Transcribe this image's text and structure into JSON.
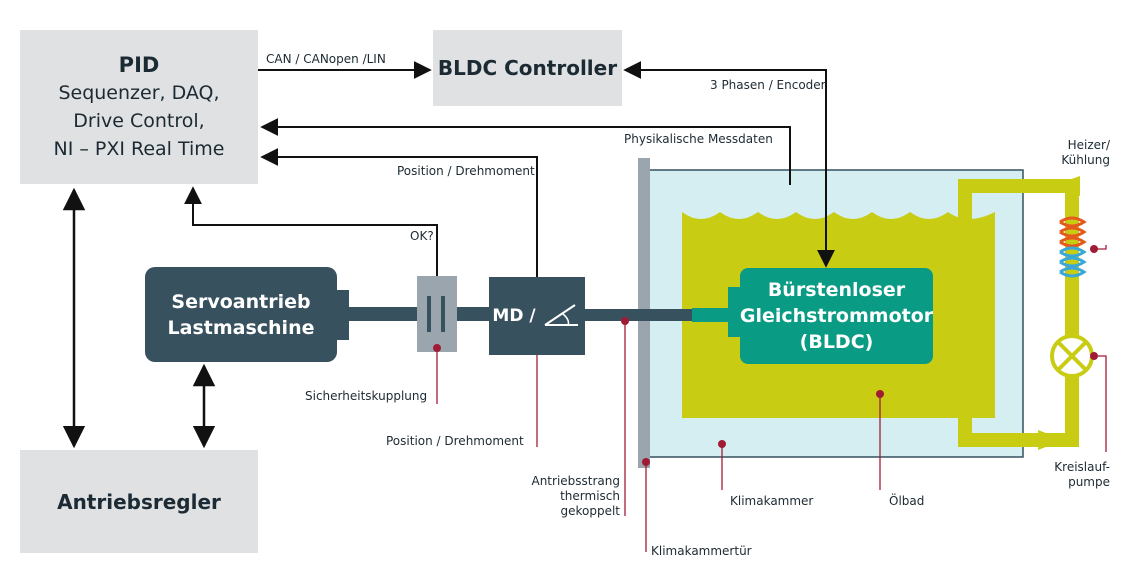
{
  "blocks": {
    "pid_title": "PID",
    "pid_line1": "Sequenzer, DAQ,",
    "pid_line2": "Drive Control,",
    "pid_line3": "NI – PXI Real Time",
    "bldc_controller": "BLDC Controller",
    "antriebsregler": "Antriebsregler",
    "servo_line1": "Servoantrieb",
    "servo_line2": "Lastmaschine",
    "md": "MD /",
    "motor_line1": "Bürstenloser",
    "motor_line2": "Gleichstrommotor",
    "motor_line3": "(BLDC)"
  },
  "labels": {
    "can": "CAN / CANopen /LIN",
    "phasen": "3 Phasen / Encoder",
    "messdaten": "Physikalische Messdaten",
    "position_top": "Position / Drehmoment",
    "ok": "OK?",
    "heizer_line1": "Heizer/",
    "heizer_line2": "Kühlung",
    "sicherheit": "Sicherheitskupplung",
    "position_bottom": "Position / Drehmoment",
    "strang_line1": "Antriebsstrang",
    "strang_line2": "thermisch",
    "strang_line3": "gekoppelt",
    "klimakammer": "Klimakammer",
    "oelbad": "Ölbad",
    "klimakammertuer": "Klimakammertür",
    "pumpe_line1": "Kreislauf-",
    "pumpe_line2": "pumpe"
  },
  "colors": {
    "gray_box": "#dfe1e3",
    "dark_block": "#37515e",
    "motor": "#0a9b84",
    "chamber": "#d5eef2",
    "oil": "#c8cc13",
    "marker": "#a01c36",
    "door": "#9aa5ae"
  },
  "icons": [
    "angle-sensor-icon",
    "coil-heater-icon",
    "pump-icon"
  ]
}
